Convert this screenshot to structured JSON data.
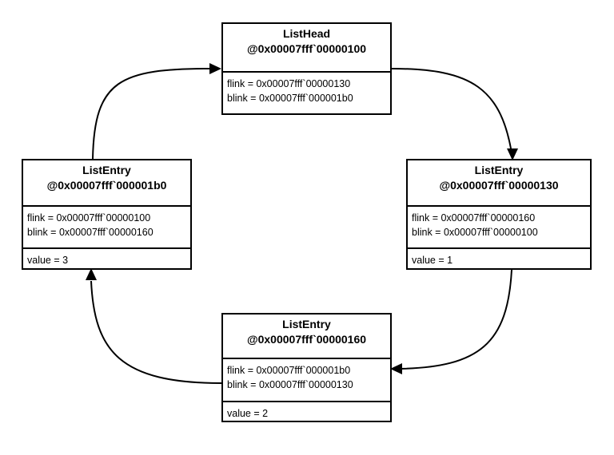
{
  "nodes": {
    "head": {
      "title": "ListHead",
      "address": "@0x00007fff`00000100",
      "flink": "flink = 0x00007fff`00000130",
      "blink": "blink = 0x00007fff`000001b0"
    },
    "entry_1b0": {
      "title": "ListEntry",
      "address": "@0x00007fff`000001b0",
      "flink": "flink = 0x00007fff`00000100",
      "blink": "blink = 0x00007fff`00000160",
      "value": "value = 3"
    },
    "entry_130": {
      "title": "ListEntry",
      "address": "@0x00007fff`00000130",
      "flink": "flink = 0x00007fff`00000160",
      "blink": "blink = 0x00007fff`00000100",
      "value": "value = 1"
    },
    "entry_160": {
      "title": "ListEntry",
      "address": "@0x00007fff`00000160",
      "flink": "flink = 0x00007fff`000001b0",
      "blink": "blink = 0x00007fff`00000130",
      "value": "value = 2"
    }
  },
  "connectors": [
    {
      "from": "head",
      "to": "entry_130"
    },
    {
      "from": "entry_130",
      "to": "entry_160"
    },
    {
      "from": "entry_160",
      "to": "entry_1b0"
    },
    {
      "from": "entry_1b0",
      "to": "head"
    }
  ],
  "colors": {
    "stroke": "#000000",
    "background": "#ffffff"
  }
}
